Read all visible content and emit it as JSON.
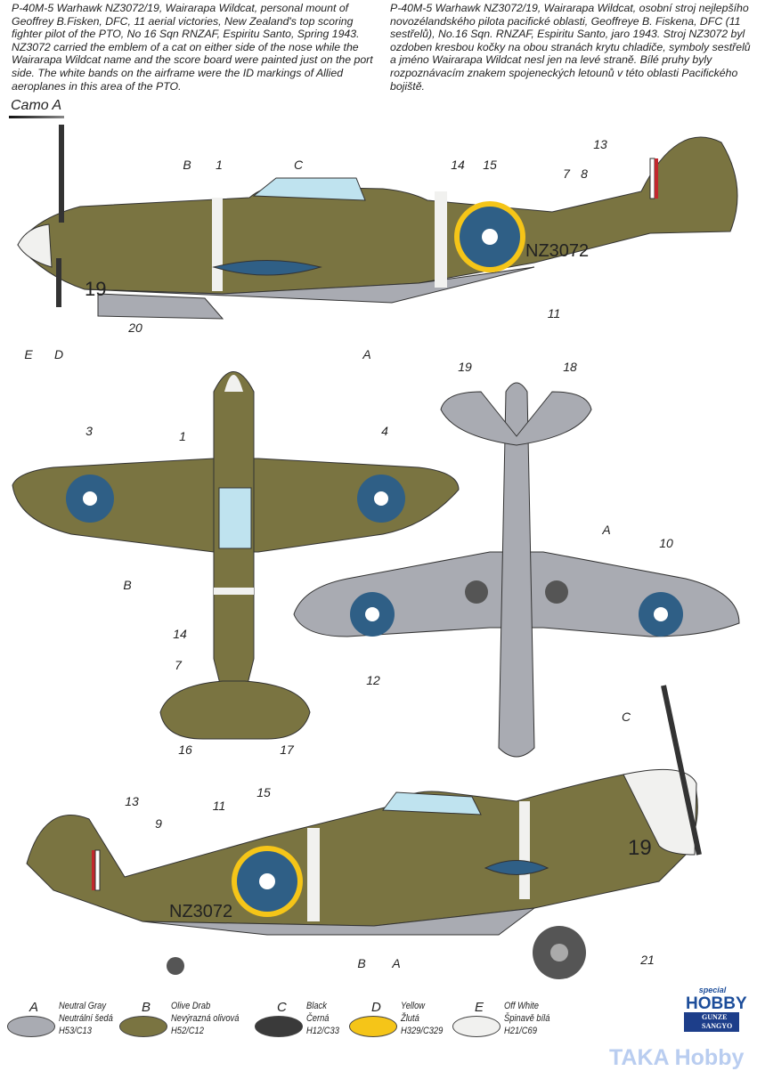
{
  "description_en": "P-40M-5 Warhawk NZ3072/19, Wairarapa Wildcat, personal mount of Geoffrey B.Fisken, DFC, 11 aerial victories, New Zealand's top scoring fighter pilot of the PTO, No 16 Sqn RNZAF, Espiritu Santo, Spring 1943. NZ3072 carried the emblem of a cat on either side of the nose while the Wairarapa Wildcat name and the score board were painted just on the port side. The white bands on the airframe were the ID markings of Allied aeroplanes in this area of the PTO.",
  "description_cz": "P-40M-5 Warhawk NZ3072/19, Wairarapa Wildcat, osobní stroj nejlepšího novozélandského pilota pacifické oblasti, Geoffreye B. Fiskena, DFC (11 sestřelů), No.16 Sqn. RNZAF, Espiritu Santo, jaro 1943. Stroj NZ3072 byl ozdoben kresbou kočky na obou stranách krytu chladiče, symboly sestřelů a jméno Wairarapa Wildcat nesl jen na levé straně. Bílé pruhy byly rozpoznávacím znakem spojeneckých letounů v této oblasti Pacifického bojiště.",
  "camo_label": "Camo A",
  "serial": "NZ3072",
  "code": "19",
  "callouts": {
    "port": [
      "B",
      "1",
      "C",
      "14",
      "15",
      "13",
      "7",
      "8",
      "E",
      "D",
      "20",
      "A",
      "11"
    ],
    "top": [
      "3",
      "1",
      "4",
      "B",
      "14",
      "7",
      "16",
      "17"
    ],
    "bottom": [
      "19",
      "18",
      "A",
      "10",
      "12"
    ],
    "starboard": [
      "C",
      "13",
      "9",
      "11",
      "15",
      "21",
      "B",
      "A"
    ]
  },
  "legend": [
    {
      "letter": "A",
      "en": "Neutral Gray",
      "cz": "Neutrální šedá",
      "code": "H53/C13",
      "color": "#a9abb2"
    },
    {
      "letter": "B",
      "en": "Olive Drab",
      "cz": "Nevýrazná olivová",
      "code": "H52/C12",
      "color": "#7a7441"
    },
    {
      "letter": "C",
      "en": "Black",
      "cz": "Černá",
      "code": "H12/C33",
      "color": "#3a3a3a"
    },
    {
      "letter": "D",
      "en": "Yellow",
      "cz": "Žlutá",
      "code": "H329/C329",
      "color": "#f5c518"
    },
    {
      "letter": "E",
      "en": "Off White",
      "cz": "Špinavě bílá",
      "code": "H21/C69",
      "color": "#f1f1ef"
    }
  ],
  "logos": {
    "special_hobby_top": "special",
    "special_hobby": "HOBBY",
    "gunze1": "GUNZE",
    "gunze2": "SANGYO"
  },
  "watermark": "TAKA Hobby"
}
